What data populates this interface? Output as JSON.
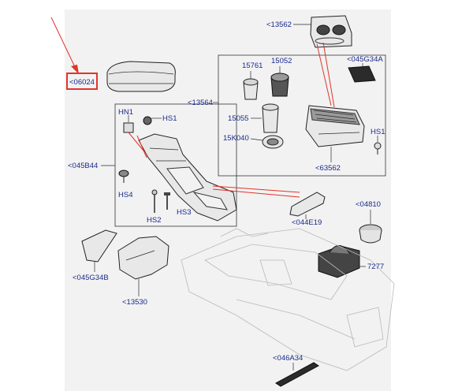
{
  "labels": {
    "l06024": "<06024",
    "l13562": "<13562",
    "l045G34A": "<045G34A",
    "l15761": "15761",
    "l15052": "15052",
    "l13564": "<13564",
    "l15055": "15055",
    "l15K040": "15K040",
    "l63562": "<63562",
    "lHS1a": "HS1",
    "lHN1": "HN1",
    "lHS1b": "HS1",
    "l045B44": "<045B44",
    "lHS4": "HS4",
    "lHS2": "HS2",
    "lHS3": "HS3",
    "l044E19": "<044E19",
    "l04810": "<04810",
    "l7277": "7277",
    "l045G34B": "<045G34B",
    "l13530": "<13530",
    "l046A34": "<046A34"
  },
  "colors": {
    "label_text": "#1a2a8a",
    "highlight": "#e0352b",
    "background_panel": "#f2f2f2"
  }
}
